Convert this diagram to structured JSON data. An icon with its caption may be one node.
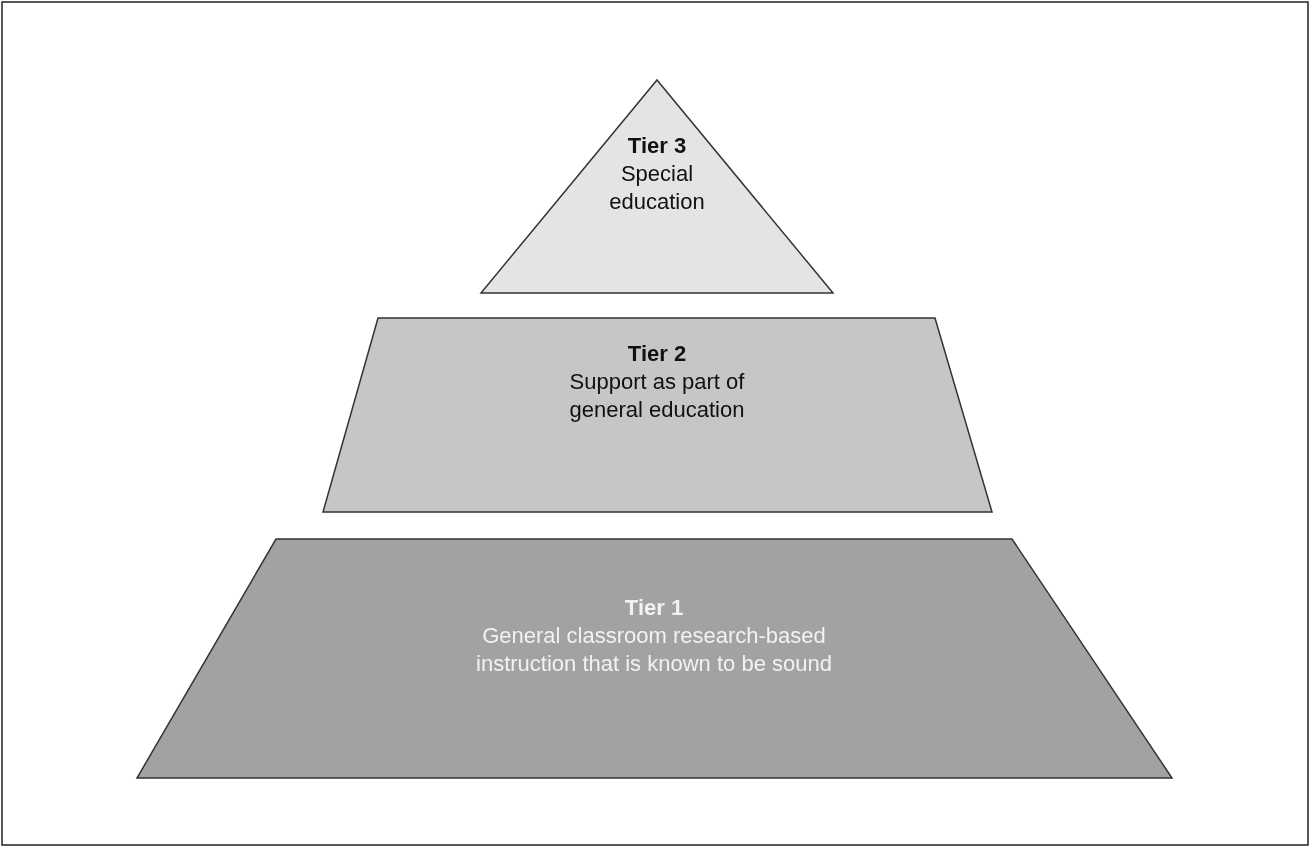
{
  "diagram": {
    "nodes": [
      {
        "text": [
          "Tier 3",
          "Special education"
        ]
      },
      {
        "text": [
          "Tier 2",
          "Support as part of general education"
        ]
      },
      {
        "text": [
          "Tier 1",
          "General classroom research-based instruction that is known to be sound"
        ]
      }
    ]
  }
}
